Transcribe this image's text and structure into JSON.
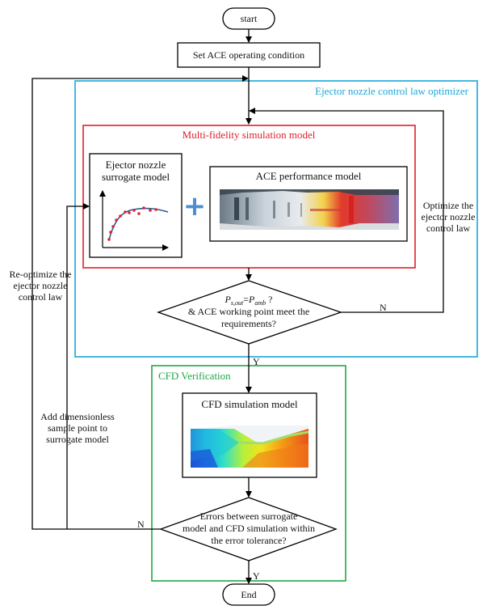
{
  "nodes": {
    "start": "start",
    "set_condition": "Set ACE operating condition",
    "optimizer_title": "Ejector nozzle control law optimizer",
    "multi_fidelity_title": "Multi-fidelity simulation model",
    "surrogate_line1": "Ejector nozzle",
    "surrogate_line2": "surrogate model",
    "plus": "+",
    "ace_model": "ACE performance model",
    "decision1": {
      "p_s_out": "P",
      "p_s_out_sub": "s,out",
      "equals": "=",
      "p_amb": "P",
      "p_amb_sub": "amb",
      "qmark": " ?",
      "line2": "& ACE working point meet the",
      "line3": "requirements?"
    },
    "cfd_title": "CFD Verification",
    "cfd_model": "CFD simulation model",
    "decision2_line1": "Errors between surrogate",
    "decision2_line2": "model and CFD simulation within",
    "decision2_line3": "the error tolerance?",
    "end": "End"
  },
  "edge_labels": {
    "optimize_line1": "Optimize the",
    "optimize_line2": "ejector nozzle",
    "optimize_line3": "control law",
    "reoptimize_line1": "Re-optimize the",
    "reoptimize_line2": "ejector nozzle",
    "reoptimize_line3": "control law",
    "add_sample_line1": "Add dimensionless",
    "add_sample_line2": "sample point to",
    "add_sample_line3": "surrogate model",
    "d1_no": "N",
    "d1_yes": "Y",
    "d2_no": "N",
    "d2_yes": "Y"
  },
  "colors": {
    "optimizer_border": "#1aa6d6",
    "multi_fidelity_border": "#e0202a",
    "cfd_border": "#21a64a",
    "plus": "#4a8fd0",
    "scatter_points": "#e0202a",
    "fit_curve": "#2a5d9a"
  }
}
